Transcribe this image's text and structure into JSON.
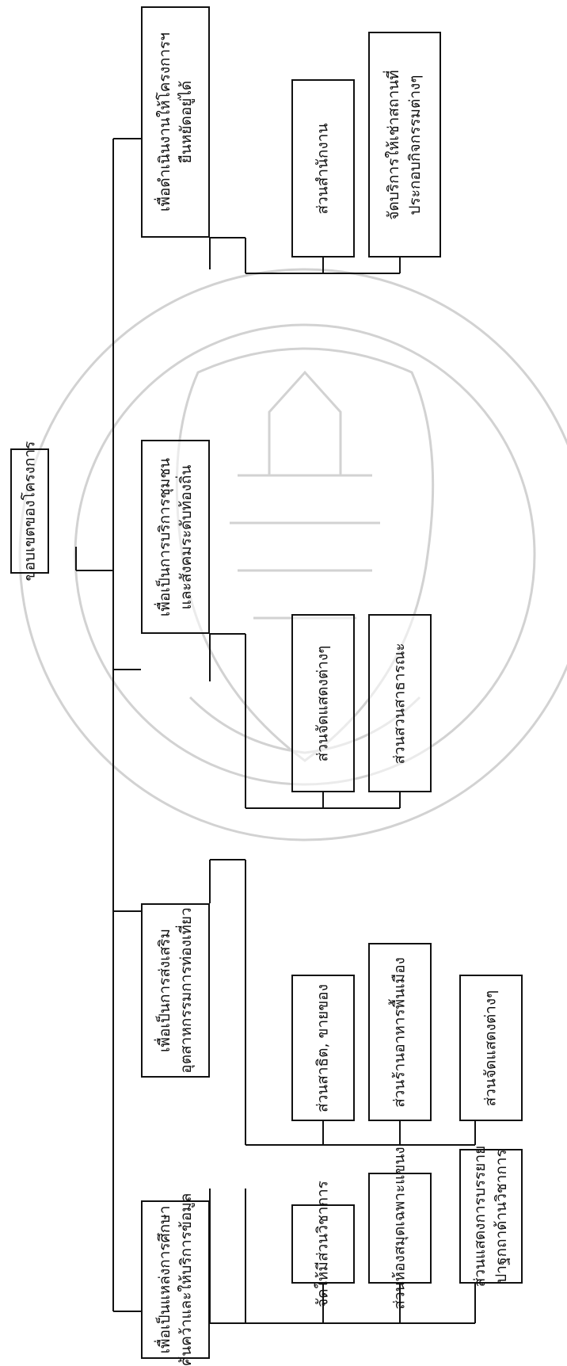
{
  "root": {
    "label": "ขอบเขตของโครงการ"
  },
  "objectives": [
    {
      "lines": [
        "เพื่อเป็นแหล่งการศึกษา",
        "ค้นคว้าและให้บริการข้อมูล"
      ],
      "children": [
        {
          "lines": [
            "จัดให้มีส่วนวิชาการ"
          ]
        },
        {
          "lines": [
            "ส่วนห้องสมุดเฉพาะแขนง"
          ]
        },
        {
          "lines": [
            "ส่วนแสดงการบรรยาย",
            "ปาฐกถาด้านวิชาการ"
          ]
        }
      ]
    },
    {
      "lines": [
        "เพื่อเป็นการส่งเสริม",
        "อุตสาหกรรมการท่องเที่ยว"
      ],
      "children": [
        {
          "lines": [
            "ส่วนสาธิต, ขายของ"
          ]
        },
        {
          "lines": [
            "ส่วนร้านอาหารพื้นเมือง"
          ]
        },
        {
          "lines": [
            "ส่วนจัดแสดงต่างๆ"
          ]
        }
      ]
    },
    {
      "lines": [
        "เพื่อเป็นการบริการชุมชน",
        "และสังคมระดับท้องถิ่น"
      ],
      "children": [
        {
          "lines": [
            "ส่วนจัดแสดงต่างๆ"
          ]
        },
        {
          "lines": [
            "ส่วนสวนสาธารณะ"
          ]
        }
      ]
    },
    {
      "lines": [
        "เพื่อดำเนินงานให้โครงการฯ",
        "ยืนหยัดอยู่ได้"
      ],
      "children": [
        {
          "lines": [
            "ส่วนสำนักงาน"
          ]
        },
        {
          "lines": [
            "จัดบริการให้เช่าสถานที่",
            "ประกอบกิจกรรมต่างๆ"
          ]
        }
      ]
    }
  ],
  "colors": {
    "line": "#111111",
    "watermark": "#cccccc"
  }
}
